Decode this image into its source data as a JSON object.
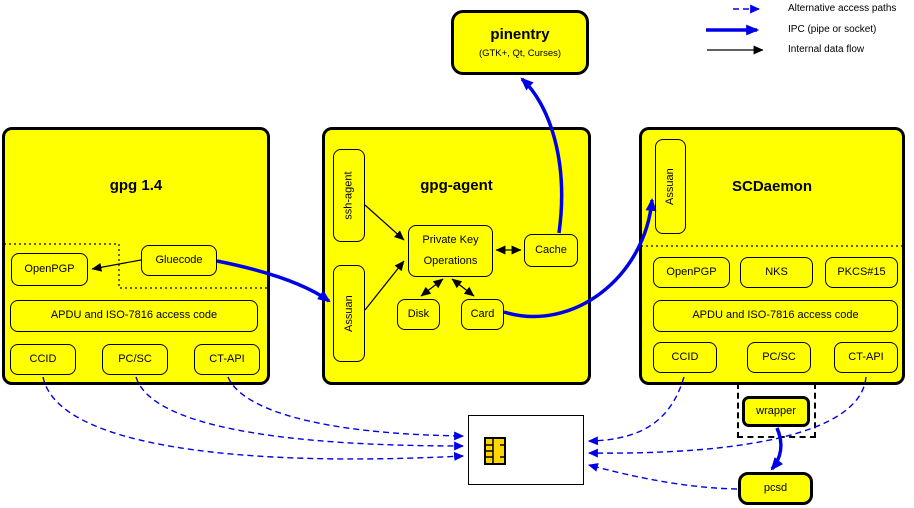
{
  "colors": {
    "node_fill": "#ffff00",
    "ipc_blue": "#0000e8",
    "alt_path_blue": "#0000e8",
    "border_black": "#000000",
    "background": "#ffffff",
    "chip_gold": "#ffd700"
  },
  "legend": {
    "alternative": "Alternative access paths",
    "ipc": "IPC (pipe or socket)",
    "internal": "Internal data flow"
  },
  "pinentry": {
    "title": "pinentry",
    "subtitle": "(GTK+, Qt, Curses)"
  },
  "gpg14": {
    "title": "gpg 1.4",
    "openpgp": "OpenPGP",
    "gluecode": "Gluecode",
    "apdu": "APDU and ISO-7816 access code",
    "ccid": "CCID",
    "pcsc": "PC/SC",
    "ctapi": "CT-API"
  },
  "gpg_agent": {
    "title": "gpg-agent",
    "ssh_agent": "ssh-agent",
    "assuan": "Assuan",
    "private_key_line1": "Private Key",
    "private_key_line2": "Operations",
    "cache": "Cache",
    "disk": "Disk",
    "card": "Card"
  },
  "scdaemon": {
    "title": "SCDaemon",
    "assuan": "Assuan",
    "openpgp": "OpenPGP",
    "nks": "NKS",
    "pkcs15": "PKCS#15",
    "apdu": "APDU and ISO-7816 access code",
    "ccid": "CCID",
    "pcsc": "PC/SC",
    "ctapi": "CT-API",
    "wrapper": "wrapper"
  },
  "pcsd": {
    "label": "pcsd"
  }
}
